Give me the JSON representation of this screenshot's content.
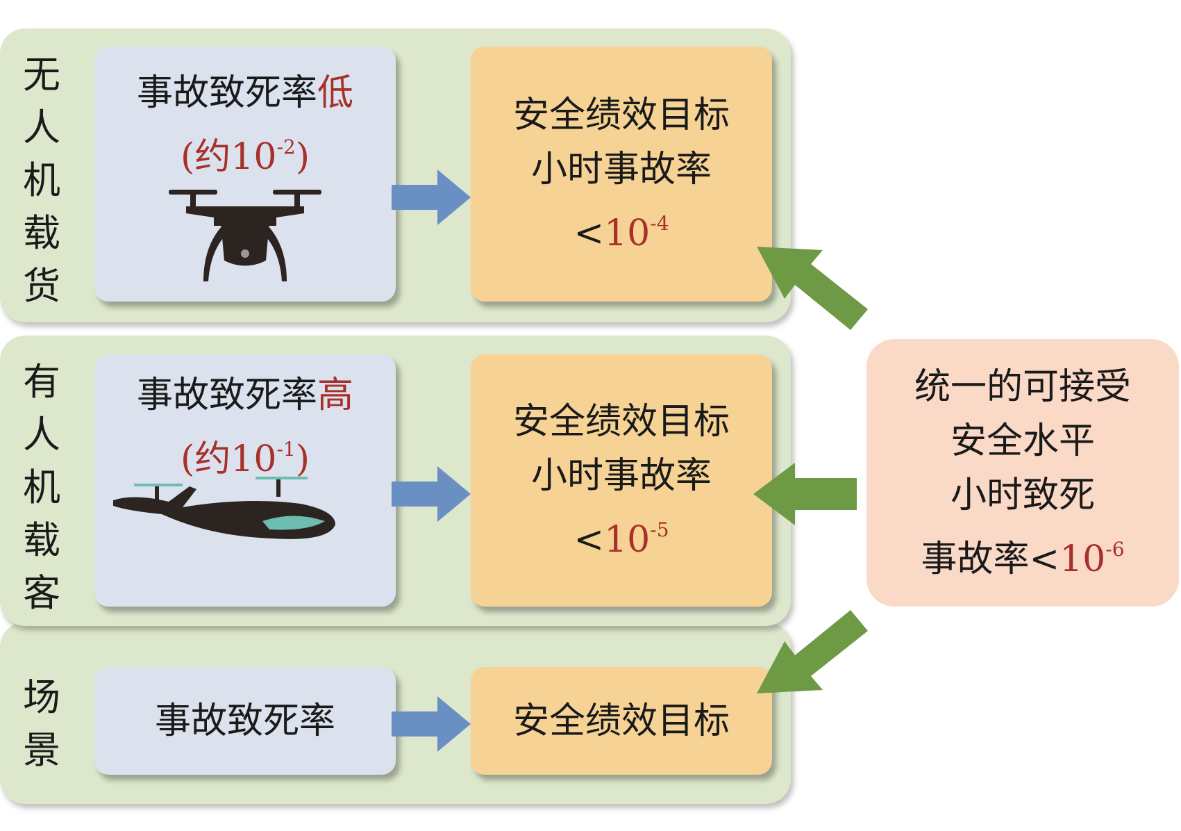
{
  "rows": [
    {
      "label": "无人机载货",
      "rate_text": "事故致死率",
      "rate_level": "低",
      "approx_prefix": "(约10",
      "approx_exp": "-2",
      "approx_suffix": ")",
      "target_line1": "安全绩效目标",
      "target_line2": "小时事故率",
      "target_prefix": "<",
      "target_base": "10",
      "target_exp": "-4",
      "icon": "drone-icon"
    },
    {
      "label": "有人机载客",
      "rate_text": "事故致死率",
      "rate_level": "高",
      "approx_prefix": "(约10",
      "approx_exp": "-1",
      "approx_suffix": ")",
      "target_line1": "安全绩效目标",
      "target_line2": "小时事故率",
      "target_prefix": "<",
      "target_base": "10",
      "target_exp": "-5",
      "icon": "evtol-aircraft-icon"
    },
    {
      "label": "场景",
      "rate_text": "事故致死率",
      "target_line1": "安全绩效目标"
    }
  ],
  "unified": {
    "line1": "统一的可接受",
    "line2": "安全水平",
    "line3": "小时致死",
    "line4_prefix": "事故率<",
    "line4_base": "10",
    "line4_exp": "-6"
  },
  "colors": {
    "panel": "#dde7cc",
    "blue_box": "#dbe2ee",
    "orange_box": "#f6d395",
    "pink_box": "#fad9c6",
    "blue_arrow": "#6a8fc3",
    "green_arrow": "#6f9a45",
    "highlight": "#a8302a"
  }
}
